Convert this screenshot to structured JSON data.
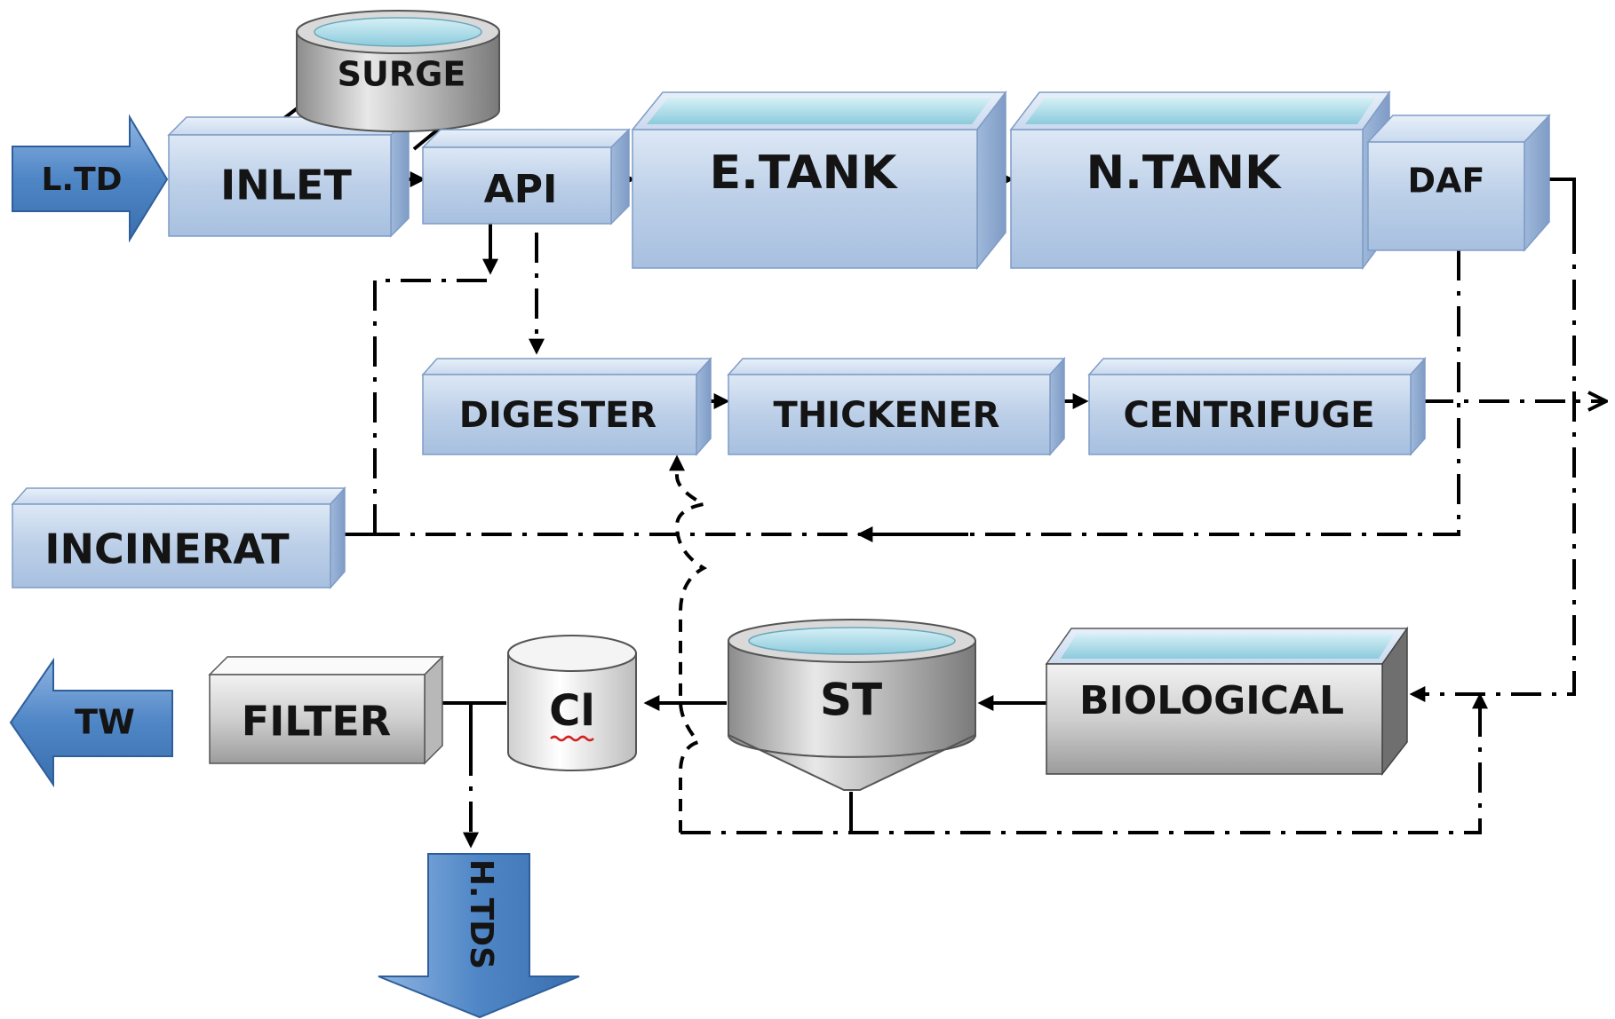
{
  "diagram": {
    "labels": {
      "ltd": "L.TD",
      "inlet": "INLET",
      "surge": "SURGE",
      "api": "API",
      "etank": "E.TANK",
      "ntank": "N.TANK",
      "daf": "DAF",
      "digester": "DIGESTER",
      "thickener": "THICKENER",
      "centrifuge": "CENTRIFUGE",
      "incinerat": "INCINERAT",
      "biological": "BIOLOGICAL",
      "st": "ST",
      "cl": "Cl",
      "filter": "FILTER",
      "tw": "TW",
      "htds": "H.TDS"
    },
    "colors": {
      "box_face": "#b9cde6",
      "box_top": "#dbe6f3",
      "box_side": "#8ea9cf",
      "water": "#9fd5e2",
      "gray_face": "#c8c8c8",
      "arrow_blue": "#4a7fc1",
      "line": "#000000"
    }
  }
}
